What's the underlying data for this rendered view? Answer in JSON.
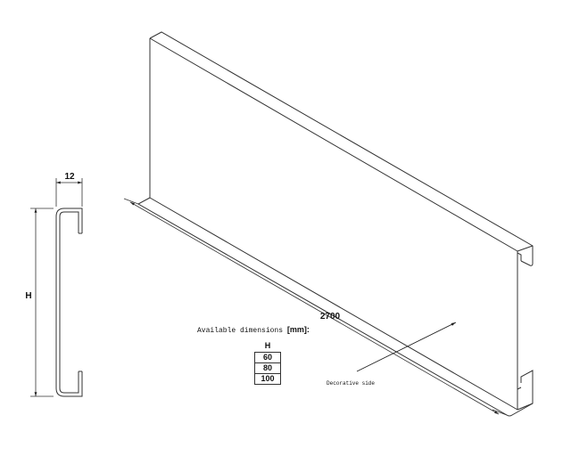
{
  "profile": {
    "width_label": "12",
    "height_label": "H"
  },
  "panel": {
    "length_label": "2700",
    "decorative_label": "Decorative side"
  },
  "dimensions": {
    "title": "Available dimensions",
    "unit": "[mm]:",
    "column_header": "H",
    "rows": [
      "60",
      "80",
      "100"
    ]
  }
}
